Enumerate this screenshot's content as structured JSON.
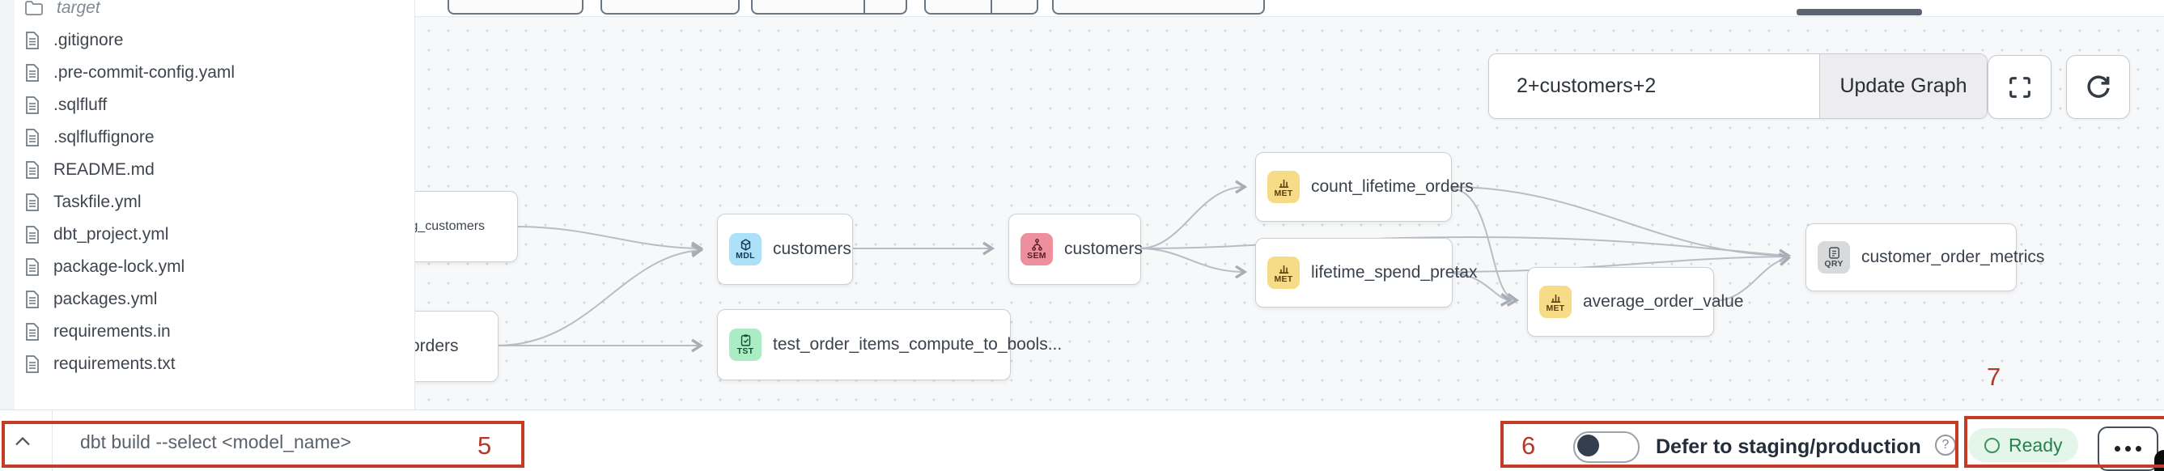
{
  "sidebar": {
    "folder_label": "target",
    "files": [
      ".gitignore",
      ".pre-commit-config.yaml",
      ".sqlfluff",
      ".sqlfluffignore",
      "README.md",
      "Taskfile.yml",
      "dbt_project.yml",
      "package-lock.yml",
      "packages.yml",
      "requirements.in",
      "requirements.txt"
    ]
  },
  "graph": {
    "selector": {
      "value": "2+customers+2",
      "update_label": "Update Graph"
    },
    "nodes": [
      {
        "label": "stg_customers",
        "type": "MDL"
      },
      {
        "label": "orders",
        "type": ""
      },
      {
        "label": "customers",
        "type": "MDL"
      },
      {
        "label": "test_order_items_compute_to_bools...",
        "type": "TST"
      },
      {
        "label": "customers",
        "type": "SEM"
      },
      {
        "label": "count_lifetime_orders",
        "type": "MET"
      },
      {
        "label": "lifetime_spend_pretax",
        "type": "MET"
      },
      {
        "label": "average_order_value",
        "type": "MET"
      },
      {
        "label": "customer_order_metrics",
        "type": "QRY"
      }
    ],
    "badge_colors": {
      "MDL": "#ade0f9",
      "TST": "#aaedc4",
      "SEM": "#ed8f9c",
      "MET": "#f7dc88",
      "QRY": "#d8d9db"
    }
  },
  "command_bar": {
    "placeholder": "dbt build --select <model_name>",
    "defer_label": "Defer to staging/production",
    "status": "Ready",
    "toggle_state": "off"
  },
  "annotations": {
    "color": "#c53b26",
    "step5": "5",
    "step6": "6",
    "step7": "7"
  }
}
